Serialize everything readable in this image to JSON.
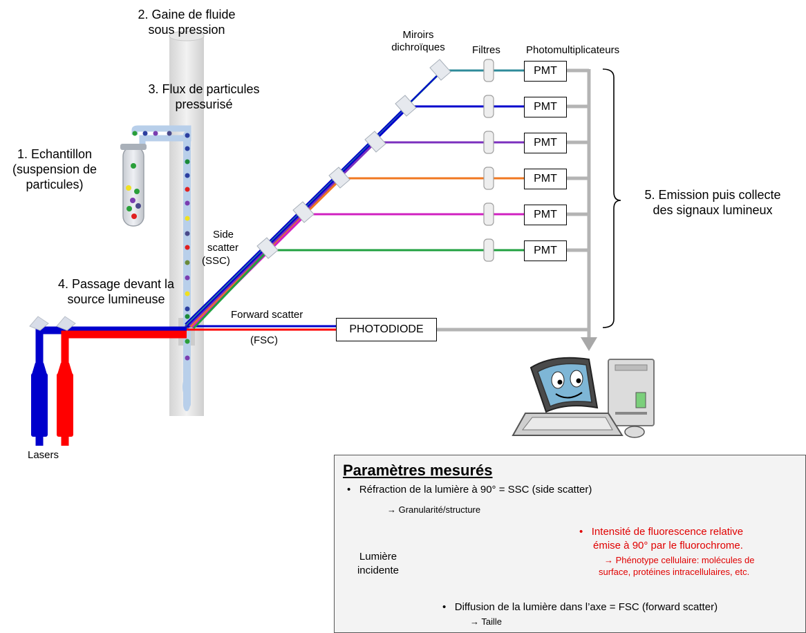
{
  "labels": {
    "step2_line1": "2. Gaine de fluide",
    "step2_line2": "sous pression",
    "step3_line1": "3. Flux de particules",
    "step3_line2": "pressurisé",
    "step1_line1": "1. Echantillon",
    "step1_line2": "(suspension de",
    "step1_line3": "particules)",
    "step4_line1": "4. Passage devant la",
    "step4_line2": "source lumineuse",
    "step5_line1": "5. Emission puis collecte",
    "step5_line2": "des signaux lumineux",
    "mirrors_line1": "Miroirs",
    "mirrors_line2": "dichroïques",
    "filters": "Filtres",
    "pmts": "Photomultiplicateurs",
    "side_scatter_line1": "Side",
    "side_scatter_line2": "scatter",
    "side_scatter_line3": "(SSC)",
    "forward_scatter": "Forward scatter",
    "fsc": "(FSC)",
    "photodiode": "PHOTODIODE",
    "lasers": "Lasers",
    "pmt_label": "PMT"
  },
  "panel": {
    "title": "Paramètres mesurés",
    "bullet1": "Réfraction de la lumière à 90° = SSC (side scatter)",
    "granularity": "→ Granularité/structure",
    "incident_line1": "Lumière",
    "incident_line2": "incidente",
    "fluo_line1": "Intensité de fluorescence relative",
    "fluo_line2": "émise à 90° par le fluorochrome.",
    "pheno_line1": "→ Phénotype cellulaire: molécules de",
    "pheno_line2": "surface, protéines intracellulaires, etc.",
    "bullet2": "Diffusion de la lumière dans l’axe = FSC (forward scatter)",
    "size": "→ Taille"
  },
  "colors": {
    "laser_blue": "#0000cc",
    "laser_red": "#ff0000",
    "pmt_lines": [
      "#2e8b9a",
      "#0000cc",
      "#7b2fbe",
      "#f07820",
      "#d020c0",
      "#20a040"
    ],
    "collect_gray": "#b4b4b4",
    "fluorescence_red": "#e00000"
  }
}
